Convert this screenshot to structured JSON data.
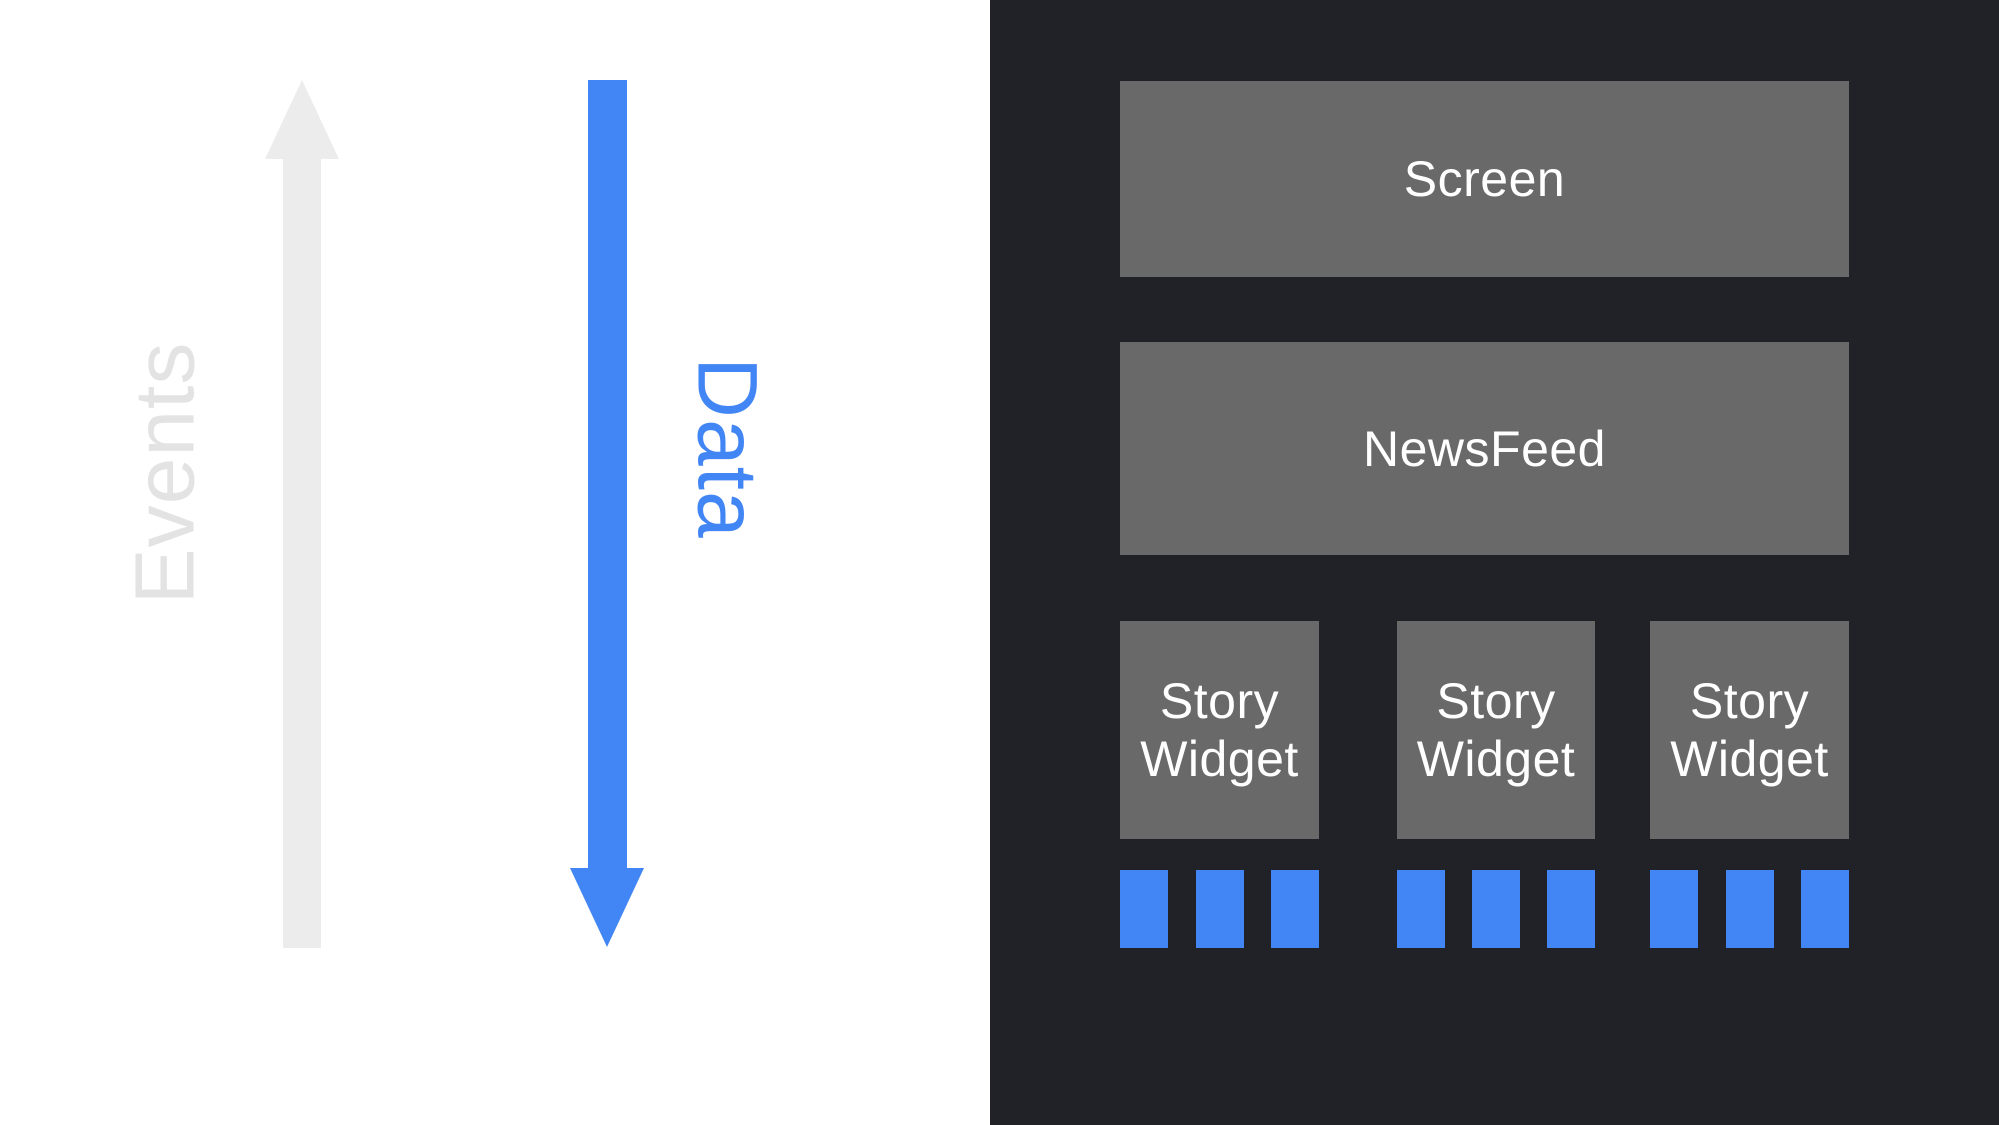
{
  "slide": {
    "left_panel": {
      "events_label": "Events",
      "data_label": "Data"
    },
    "right_panel": {
      "screen_label": "Screen",
      "newsfeed_label": "NewsFeed",
      "story_widgets": [
        "Story Widget",
        "Story Widget",
        "Story Widget"
      ],
      "tiles_per_widget": 3
    },
    "colors": {
      "background_left": "#ffffff",
      "background_right": "#202227",
      "box_gray": "#696969",
      "accent_blue": "#4285f4",
      "arrow_gray": "#ececec",
      "events_gray": "#e3e3e3",
      "label_white": "#ffffff"
    }
  }
}
